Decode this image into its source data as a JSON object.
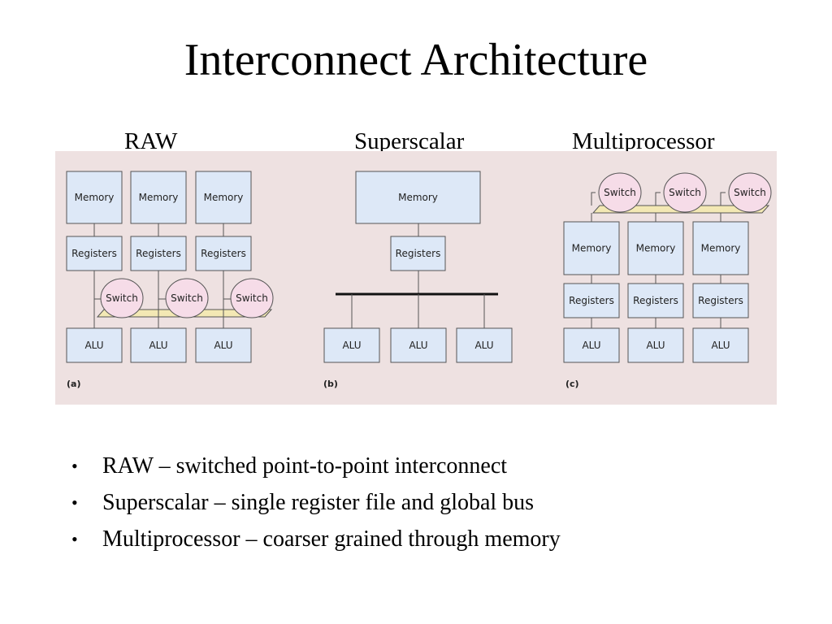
{
  "slide": {
    "title": "Interconnect Architecture",
    "headings": [
      "RAW",
      "Superscalar",
      "Multiprocessor"
    ]
  },
  "diagram": {
    "labels": {
      "memory": "Memory",
      "registers": "Registers",
      "switch": "Switch",
      "alu": "ALU"
    },
    "panels": [
      "(a)",
      "(b)",
      "(c)"
    ],
    "colors": {
      "background": "#eee1e1",
      "box_fill": "#dde8f7",
      "switch_fill": "#f6dce8",
      "bar_fill": "#f3e8b4",
      "stroke": "#555555",
      "bus": "#111111"
    }
  },
  "bullets": [
    "RAW – switched point-to-point interconnect",
    "Superscalar – single register file and global bus",
    "Multiprocessor – coarser grained through memory"
  ],
  "bullet_symbol": "•"
}
